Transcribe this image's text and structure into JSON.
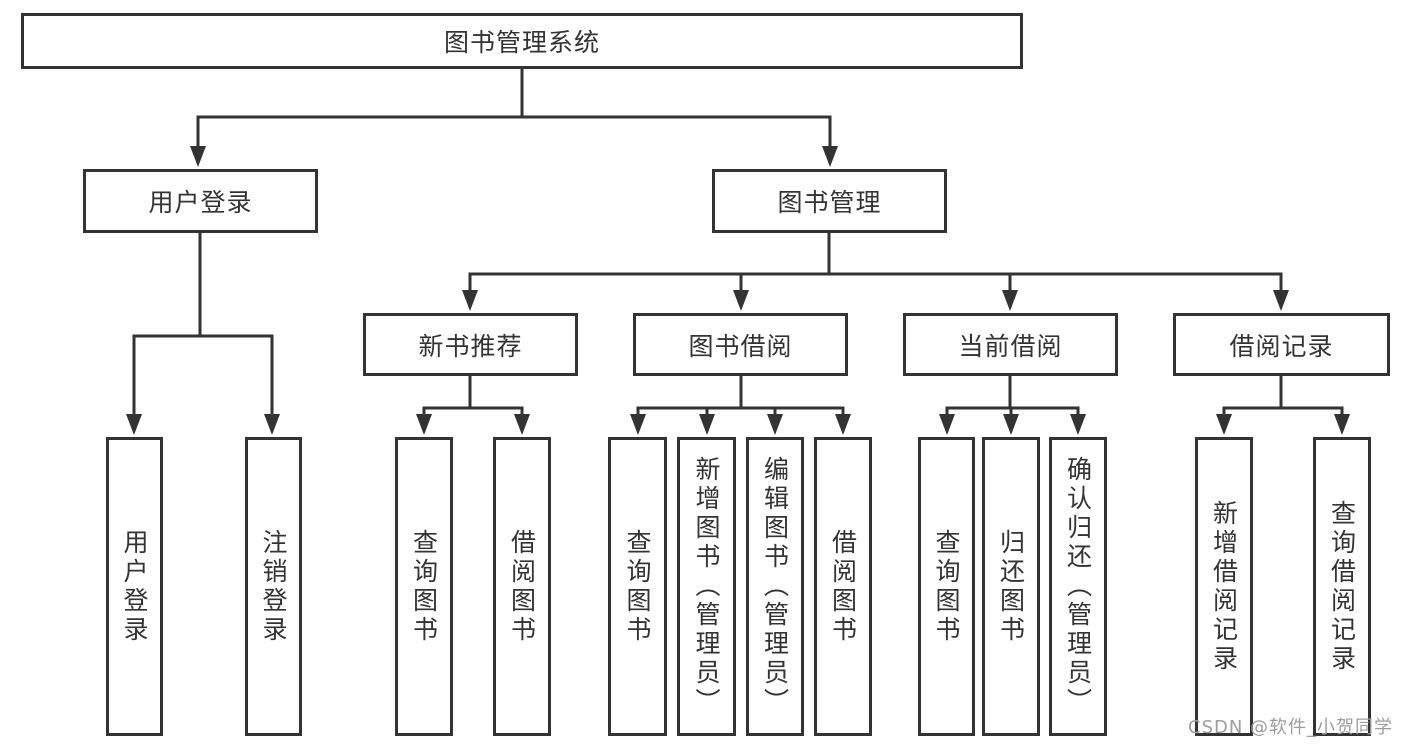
{
  "diagram": {
    "root": {
      "label": "图书管理系统"
    },
    "level2": [
      {
        "label": "用户登录"
      },
      {
        "label": "图书管理"
      }
    ],
    "level3": [
      {
        "label": "新书推荐"
      },
      {
        "label": "图书借阅"
      },
      {
        "label": "当前借阅"
      },
      {
        "label": "借阅记录"
      }
    ],
    "leaves": [
      {
        "label": "用户登录"
      },
      {
        "label": "注销登录"
      },
      {
        "label": "查询图书"
      },
      {
        "label": "借阅图书"
      },
      {
        "label": "查询图书"
      },
      {
        "label": "新增图书（管理员）"
      },
      {
        "label": "编辑图书（管理员）"
      },
      {
        "label": "借阅图书"
      },
      {
        "label": "查询图书"
      },
      {
        "label": "归还图书"
      },
      {
        "label": "确认归还（管理员）"
      },
      {
        "label": "新增借阅记录"
      },
      {
        "label": "查询借阅记录"
      }
    ],
    "watermark": "CSDN @软件_小贺同学",
    "colors": {
      "background": "#ffffff",
      "border": "#333333",
      "text": "#333333",
      "line": "#333333",
      "watermark": "#9d9d9d"
    }
  }
}
